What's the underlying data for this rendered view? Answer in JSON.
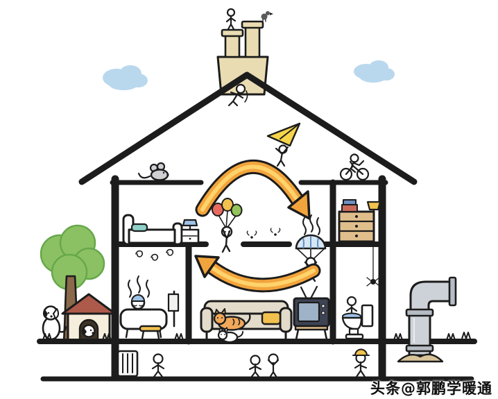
{
  "meta": {
    "type": "cartoon-cutaway-diagram",
    "subject": "Two-storey house cross-section showing indoor air circulation (HVAC cartoon)"
  },
  "watermark": {
    "text": "头条@郭鹏学暖通"
  },
  "palette": {
    "ink": "#1c1c1c",
    "cloud": "#B9D8EE",
    "foliage": "#8CC163",
    "foliage-dark": "#66A84B",
    "trunk": "#8A6A4A",
    "doghouse-roof": "#AE5A4B",
    "doghouse-wall": "#F6EEDC",
    "doorway": "#3E3328",
    "chimney": "#EADCB2",
    "kite": "#F6D54A",
    "arrow": "#F2A43C",
    "arrow-core": "#FFD36B",
    "balloon-red": "#E86A5E",
    "balloon-yellow": "#F2C14E",
    "balloon-green": "#93C45C",
    "chute": "#D6E6F5",
    "chute-stripe": "#5F8FC0",
    "cap-blue": "#9FC3E8",
    "teal": "#8FD0C8",
    "dresser": "#E0BE8C",
    "lamp": "#F2C14E",
    "stool": "#F2C14E",
    "cushion": "#F2C14E",
    "cat": "#F0A85A",
    "sofa": "#E3DCCB",
    "tv": "#3E4454",
    "screen": "#9FB3C8",
    "pipe": "#CDD2D8",
    "pipe-dark": "#B6BCC4",
    "mound": "#D9C49A",
    "book-red": "#C96A5A",
    "book-blue": "#6F8FBF",
    "mouse": "#CFCFD4",
    "bird": "#5A5A5A"
  },
  "scene": {
    "elements": [
      "clouds",
      "chimney with climber and bird",
      "gabled roof",
      "attic with mouse, sliding child, kite glider child, cyclist child",
      "circulating warm-air arrows",
      "bedroom with bed and nightstand lamp",
      "child floating on balloons through floor opening",
      "child descending by parachute on rising warm air",
      "dresser with books and lamp",
      "hanging spider",
      "bathroom with child in steaming bathtub, towel and stool",
      "living room with sofa, cats, cushion and television",
      "toilet with child",
      "outdoor exhaust duct with dirt mound",
      "tree, doghouse with dog, white puppy",
      "basement with radiator and playing children",
      "grass tufts"
    ]
  }
}
